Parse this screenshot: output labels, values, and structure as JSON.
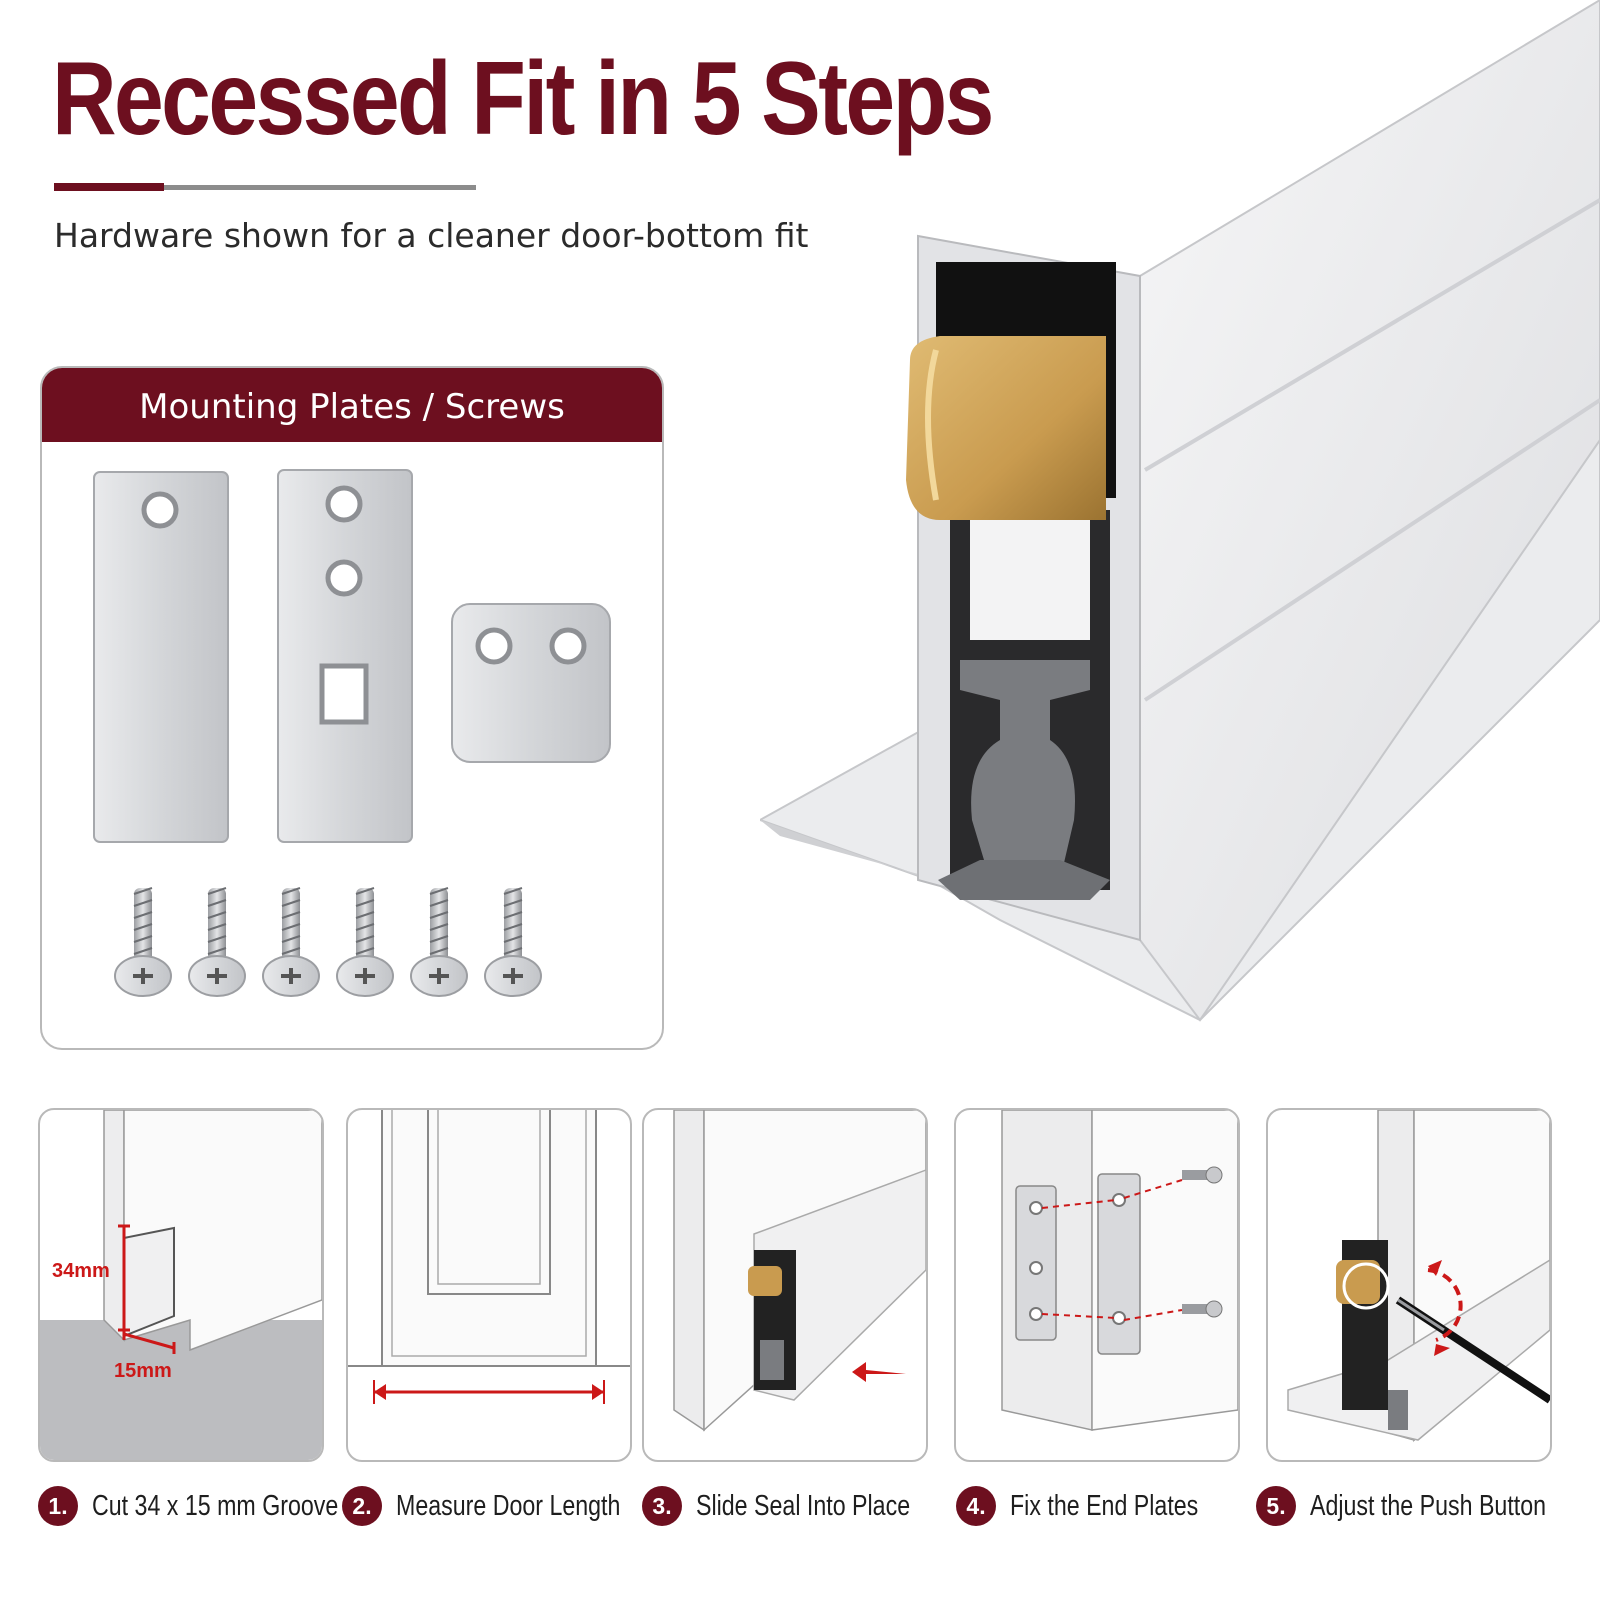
{
  "header": {
    "title": "Recessed Fit in 5 Steps",
    "subtitle": "Hardware shown for a cleaner door-bottom fit"
  },
  "hardware_panel": {
    "title": "Mounting Plates / Screws"
  },
  "dimensions": {
    "height": "34mm",
    "width": "15mm"
  },
  "steps": [
    {
      "number": "1.",
      "label": "Cut 34 x 15 mm Groove"
    },
    {
      "number": "2.",
      "label": "Measure Door Length"
    },
    {
      "number": "3.",
      "label": "Slide Seal Into Place"
    },
    {
      "number": "4.",
      "label": "Fix the End Plates"
    },
    {
      "number": "5.",
      "label": "Adjust the Push Button"
    }
  ],
  "colors": {
    "brand": "#6d0f1f",
    "accent_red": "#d11a1a",
    "brass": "#c99b4f",
    "seal_gray": "#7a7c80"
  }
}
